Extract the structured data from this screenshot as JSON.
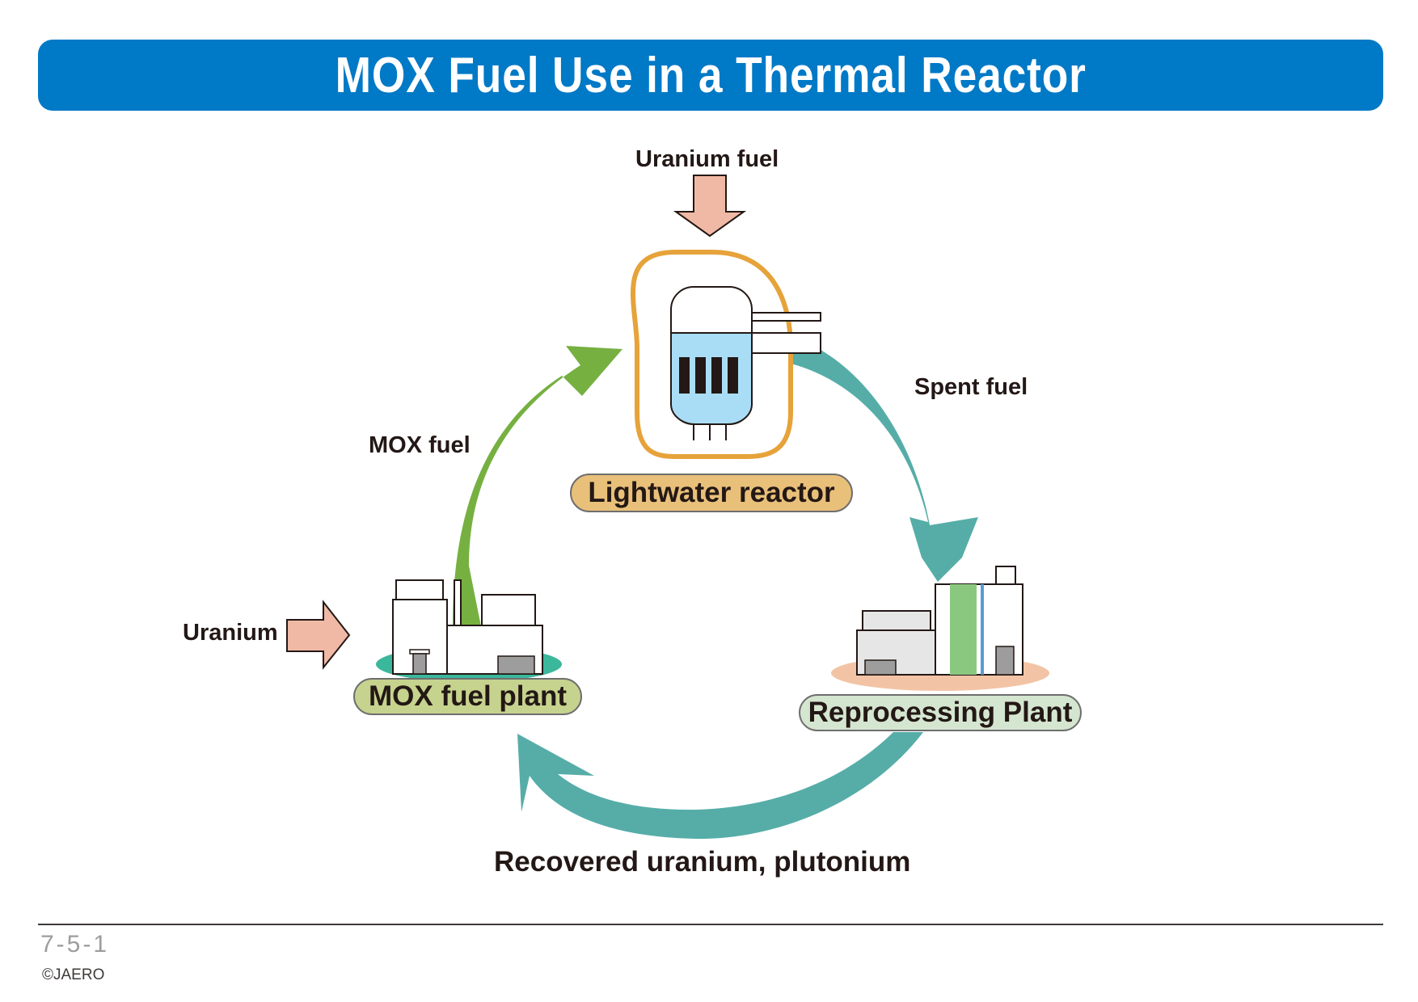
{
  "title": "MOX Fuel Use in a Thermal Reactor",
  "labels": {
    "uranium_fuel": "Uranium fuel",
    "spent_fuel": "Spent fuel",
    "mox_fuel": "MOX fuel",
    "uranium": "Uranium",
    "recovered": "Recovered uranium, plutonium"
  },
  "nodes": {
    "reactor": "Lightwater reactor",
    "mox_plant": "MOX fuel plant",
    "reprocessing": "Reprocessing Plant"
  },
  "colors": {
    "title_bar": "#0079C6",
    "reactor_pill": "#E9C07A",
    "mox_pill": "#C6D38E",
    "reprocessing_pill": "#D5E6D0",
    "green_arrow": "#76B041",
    "teal_arrow": "#56ADA8",
    "input_arrow": "#F0B9A5"
  },
  "footer": {
    "page_number": "7-5-1",
    "copyright": "©JAERO"
  }
}
